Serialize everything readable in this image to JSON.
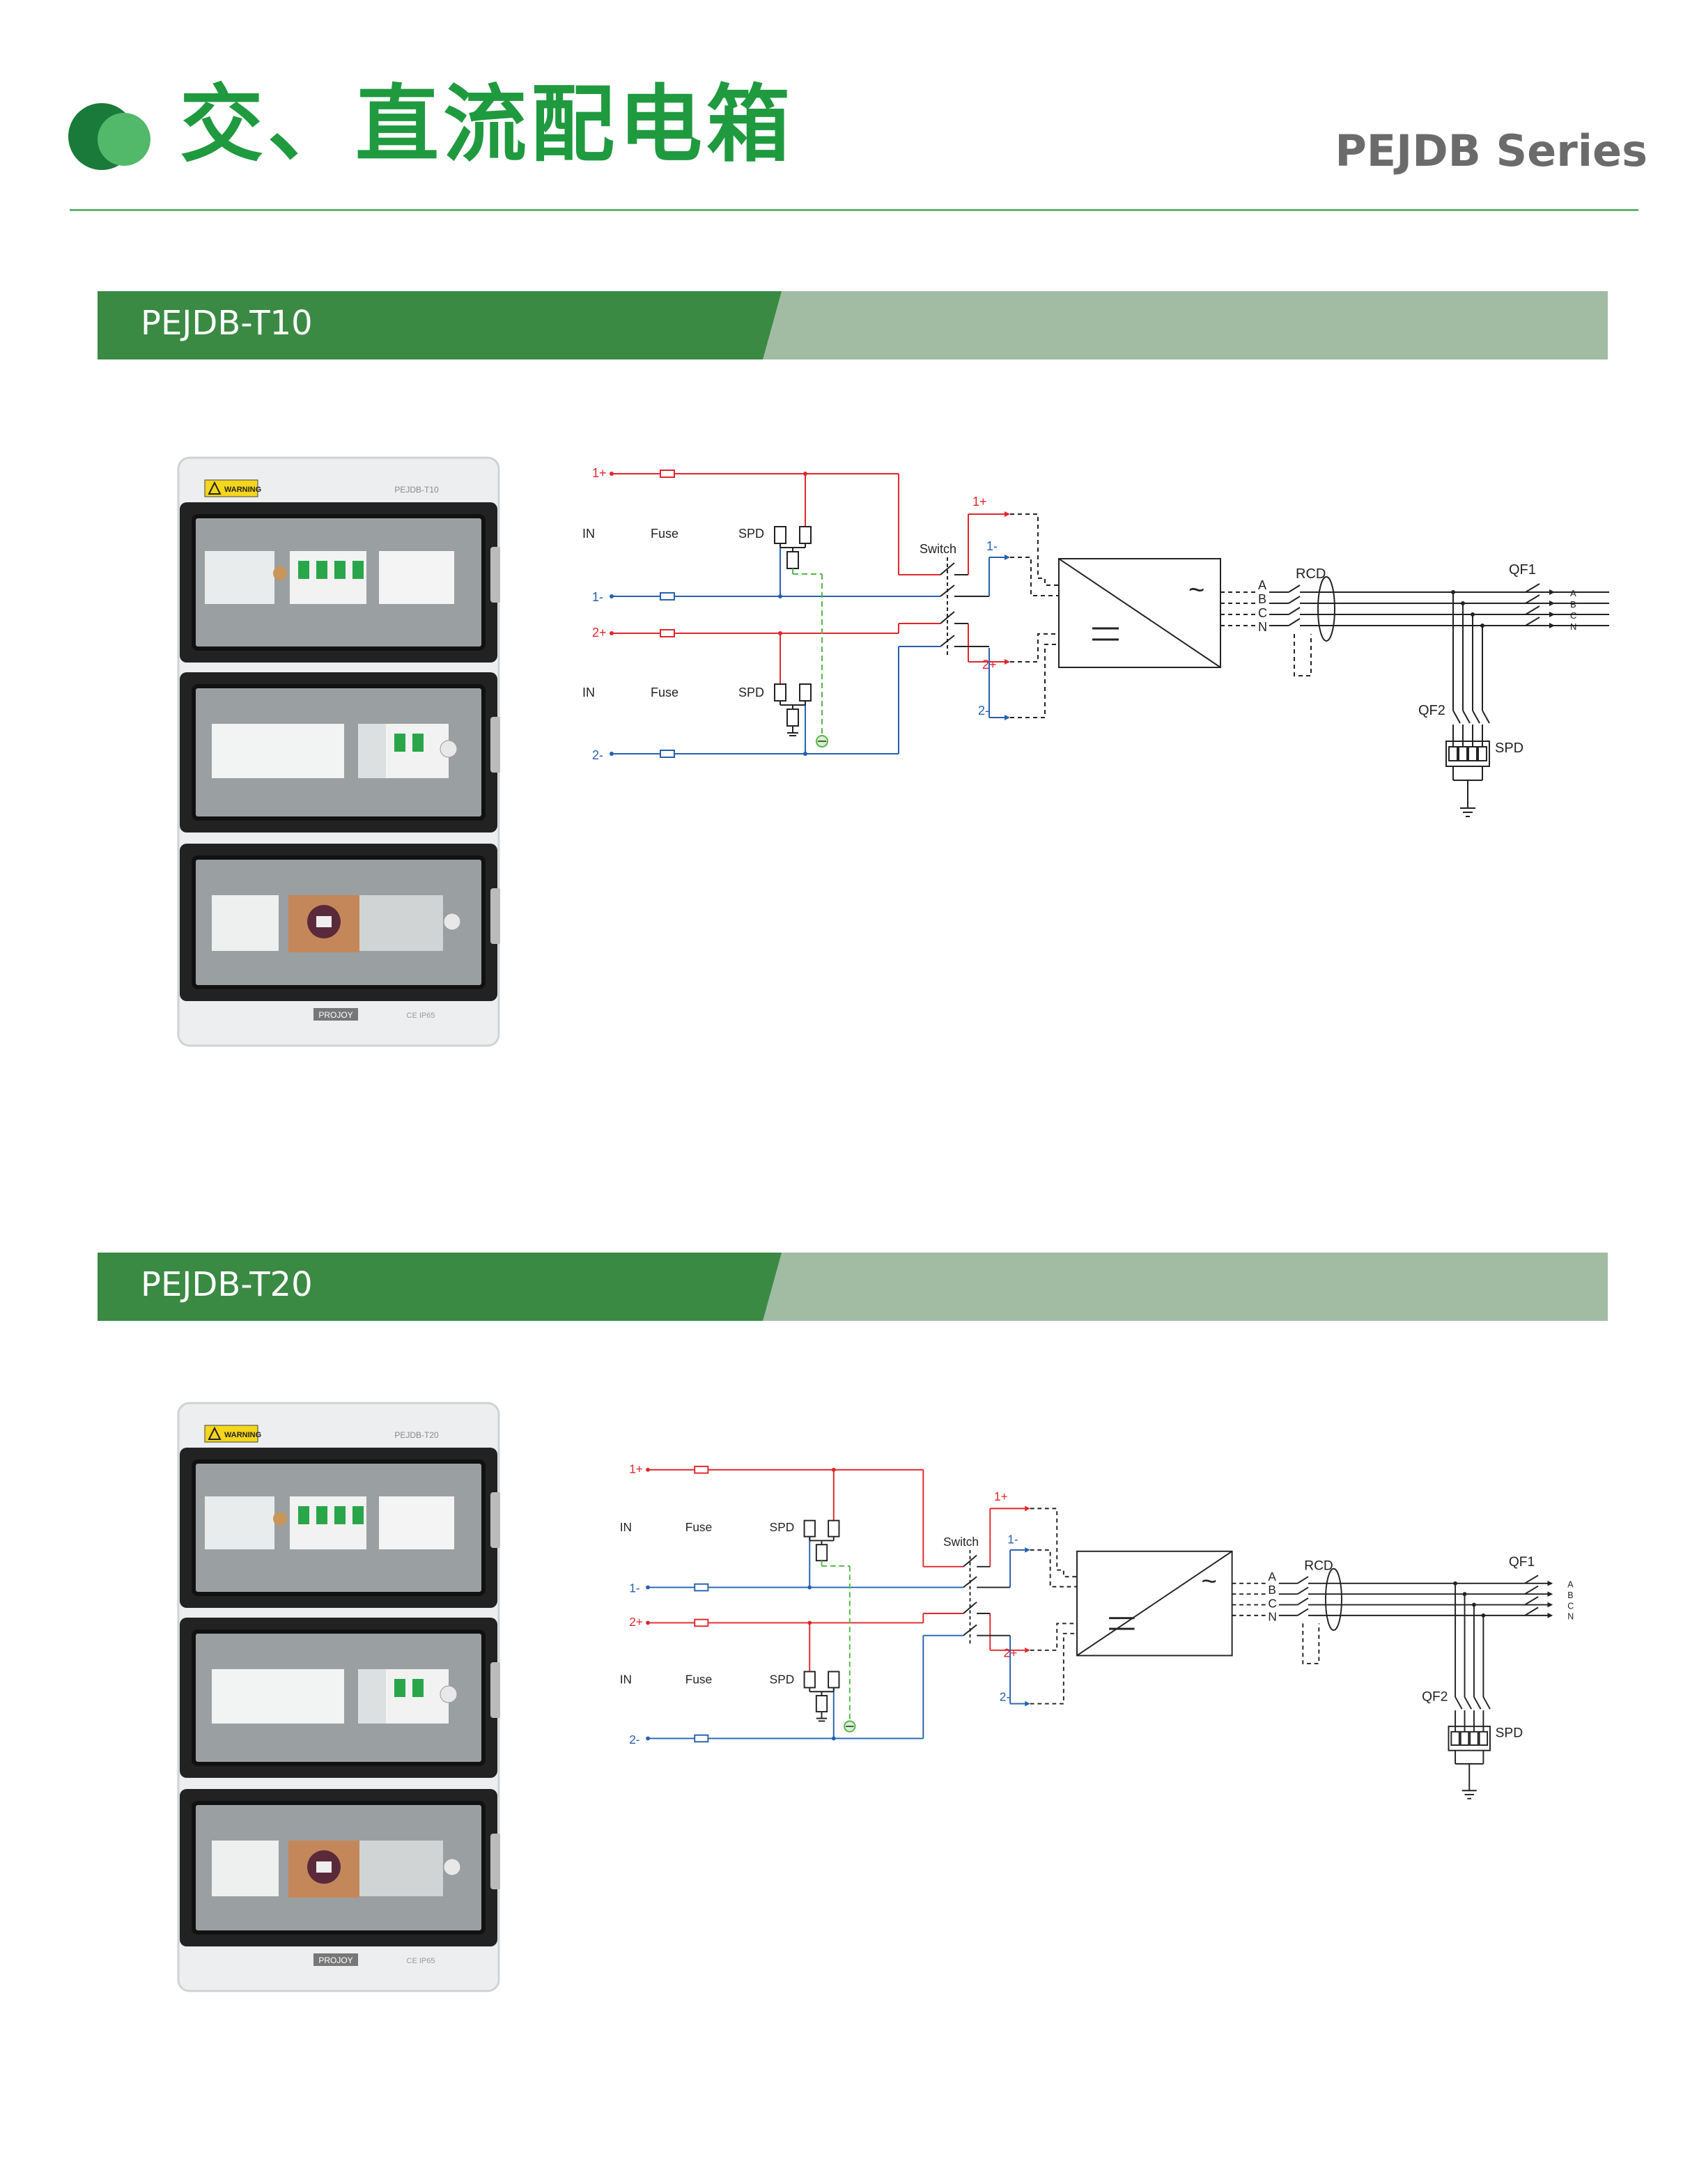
{
  "header": {
    "title": "交、直流配电箱",
    "series": "PEJDB Series",
    "brand_green": "#1f9a3f",
    "light_green": "#52b96a"
  },
  "sections": [
    {
      "model": "PEJDB-T10",
      "enclosure": {
        "warning": "WARNING",
        "model_label": "PEJDB-T10",
        "brand": "PROJOY",
        "cert": "CE IP65"
      }
    },
    {
      "model": "PEJDB-T20",
      "enclosure": {
        "warning": "WARNING",
        "model_label": "PEJDB-T20",
        "brand": "PROJOY",
        "cert": "CE IP65"
      }
    }
  ],
  "schematic": {
    "in": "IN",
    "fuse": "Fuse",
    "spd": "SPD",
    "switch": "Switch",
    "pv1p": "1+",
    "pv1n": "1-",
    "pv2p": "2+",
    "pv2n": "2-",
    "rcd": "RCD",
    "qf1": "QF1",
    "qf2": "QF2",
    "ac_spd": "SPD",
    "inv_ac": "~",
    "phase_a": "A",
    "phase_b": "B",
    "phase_c": "C",
    "phase_n": "N",
    "colors": {
      "positive": "#e0262b",
      "negative": "#2660b0",
      "earth": "#52b848",
      "ink": "#222222"
    }
  }
}
